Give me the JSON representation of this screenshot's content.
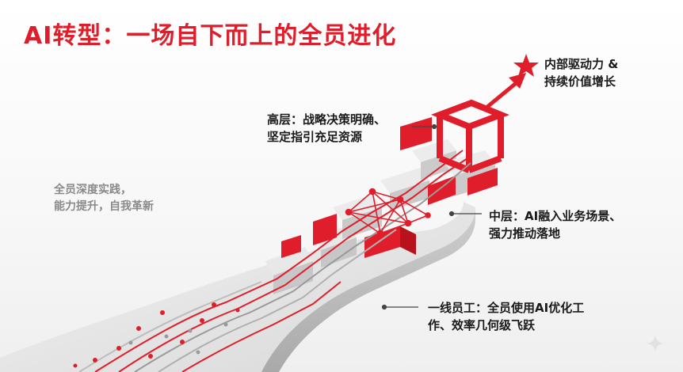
{
  "title": "AI转型：一场自下而上的全员进化",
  "annotations": {
    "top_right": [
      "内部驱动力 &",
      "持续价值增长"
    ],
    "upper": [
      "高层：战略决策明确、",
      "坚定指引充足资源"
    ],
    "middle": [
      "中层：AI融入业务场景、",
      "强力推动落地"
    ],
    "lower": [
      "一线员工：全员使用AI优化工",
      "作、效率几何级飞跃"
    ],
    "left": [
      "全员深度实践，",
      "能力提升，自我革新"
    ]
  },
  "icons": [
    "star-icon",
    "arrow-icon",
    "network-node-icon",
    "sparkle-icon"
  ],
  "colors": {
    "accent": "#e01e2b",
    "stair_light": "#e6e6e6",
    "stair_shadow": "#bdbdbd",
    "text": "#1a1a1a",
    "muted_text": "#8a8a8a"
  }
}
